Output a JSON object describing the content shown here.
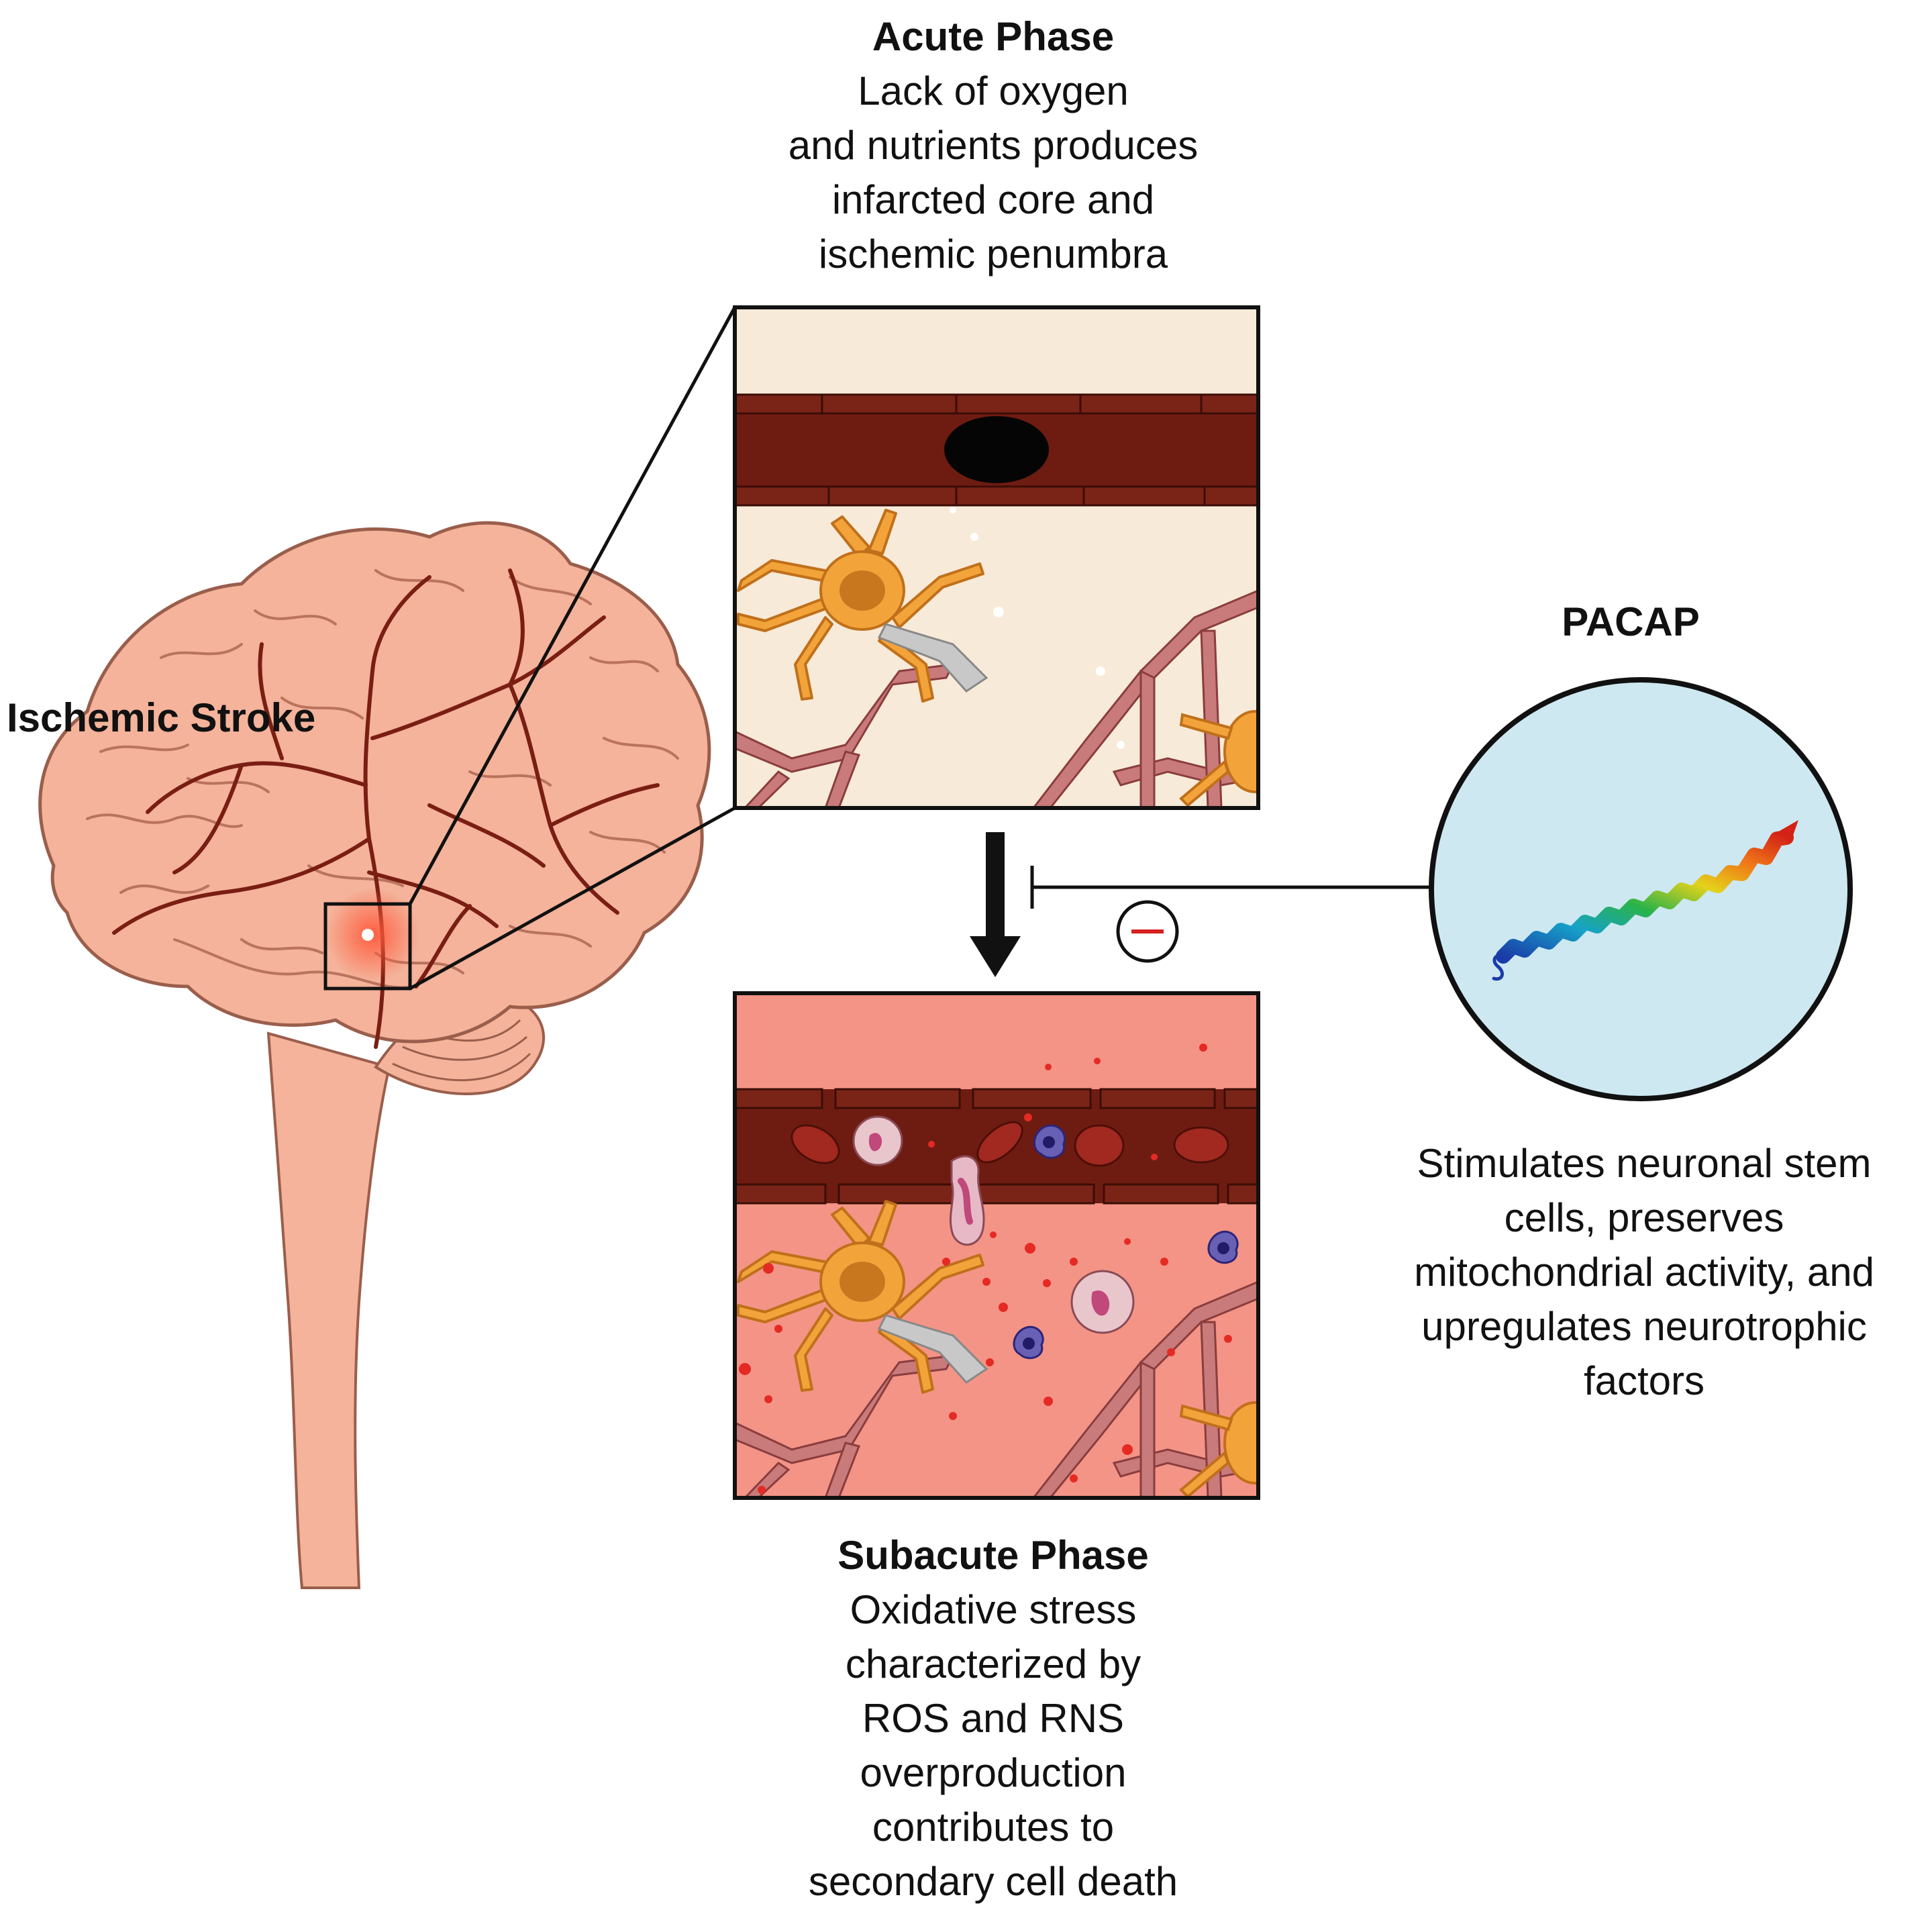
{
  "stroke": {
    "title": "Ischemic Stroke"
  },
  "acute": {
    "title": "Acute Phase",
    "description": "Lack of oxygen\nand nutrients produces\ninfarcted core and\nischemic penumbra"
  },
  "subacute": {
    "title": "Subacute Phase",
    "description": "Oxidative stress\ncharacterized by\nROS and RNS\noverproduction\ncontributes to\nsecondary cell death"
  },
  "pacap": {
    "title": "PACAP",
    "effect": "Stimulates neuronal stem\ncells, preserves\nmitochondrial activity, and\nupregulates neurotrophic\nfactors",
    "inhibition_symbol": "−"
  },
  "colors": {
    "brain": "#f4b39a",
    "brain_outline": "#9a5e4c",
    "vessel": "#7a1e14",
    "acute_bg": "#f8ead8",
    "subacute_bg": "#f49486",
    "astrocyte": "#f2a43b",
    "neuron": "#c97a7a",
    "pacap_circle": "#cde8f0",
    "inhibit_red": "#d62020"
  }
}
